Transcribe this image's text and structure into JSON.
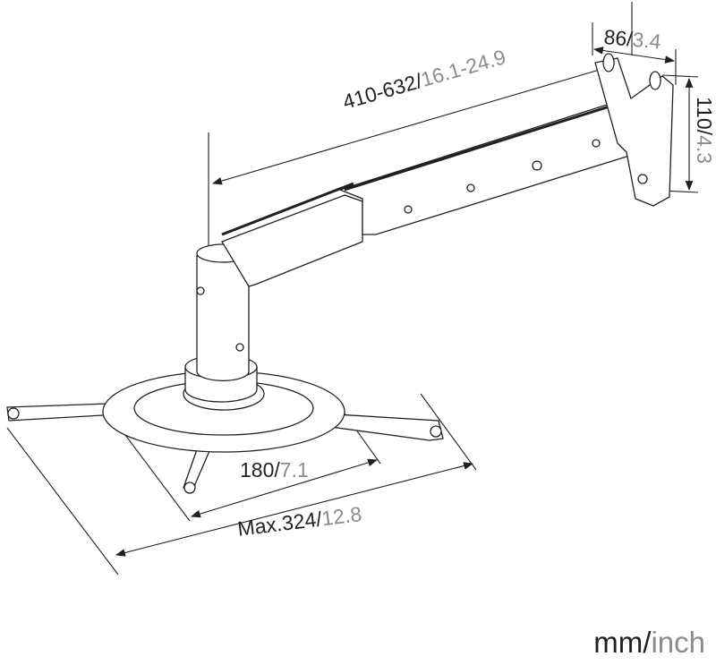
{
  "dimensions": {
    "arm_length": {
      "mm": "410-632",
      "sep": "/",
      "inch": "16.1-24.9"
    },
    "wall_depth": {
      "mm": "86",
      "sep": "/",
      "inch": "3.4"
    },
    "wall_height": {
      "mm": "110",
      "sep": "/",
      "inch": "4.3"
    },
    "plate_diameter": {
      "mm": "180",
      "sep": "/",
      "inch": "7.1"
    },
    "max_span": {
      "mm": "Max.324",
      "sep": "/",
      "inch": "12.8"
    }
  },
  "units_label": {
    "mm": "mm",
    "sep": "/",
    "inch": "inch"
  },
  "colors": {
    "ink": "#231f20",
    "secondary": "#8c8c8c"
  }
}
